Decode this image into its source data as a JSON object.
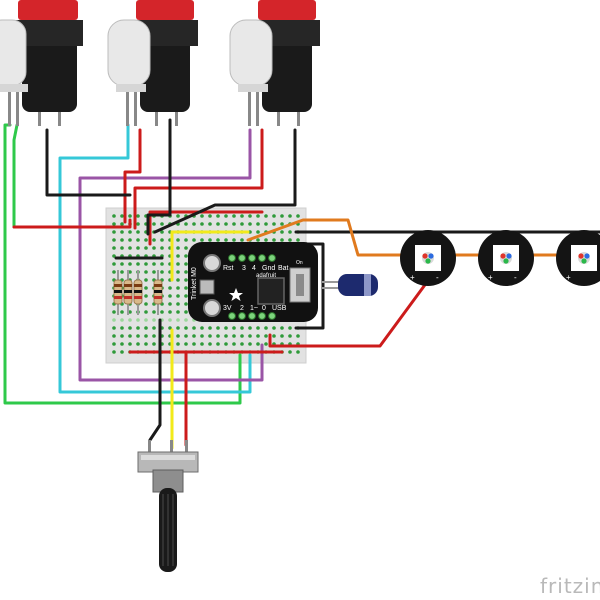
{
  "brand": {
    "name": "fritzing"
  },
  "board": {
    "pin_rst": "Rst",
    "pin_3": "3",
    "pin_4": "4",
    "pin_gnd": "Gnd",
    "pin_bat": "Bat",
    "pin_on": "On",
    "maker": "adafruit",
    "model": "Trinket M0",
    "pin_3v": "3V",
    "pin_2": "2",
    "pin_1": "1~",
    "pin_0": "0",
    "pin_usb": "USB"
  },
  "neopixel": {
    "plus": "+",
    "minus": "-"
  },
  "colors": {
    "red": "#cc1b1b",
    "black": "#1a1a1a",
    "green": "#2ec94a",
    "cyan": "#35c8d8",
    "purple": "#9a55a6",
    "yellow": "#f2ea1a",
    "orange": "#e07a1e",
    "breadboard": "#e4e4e4"
  }
}
